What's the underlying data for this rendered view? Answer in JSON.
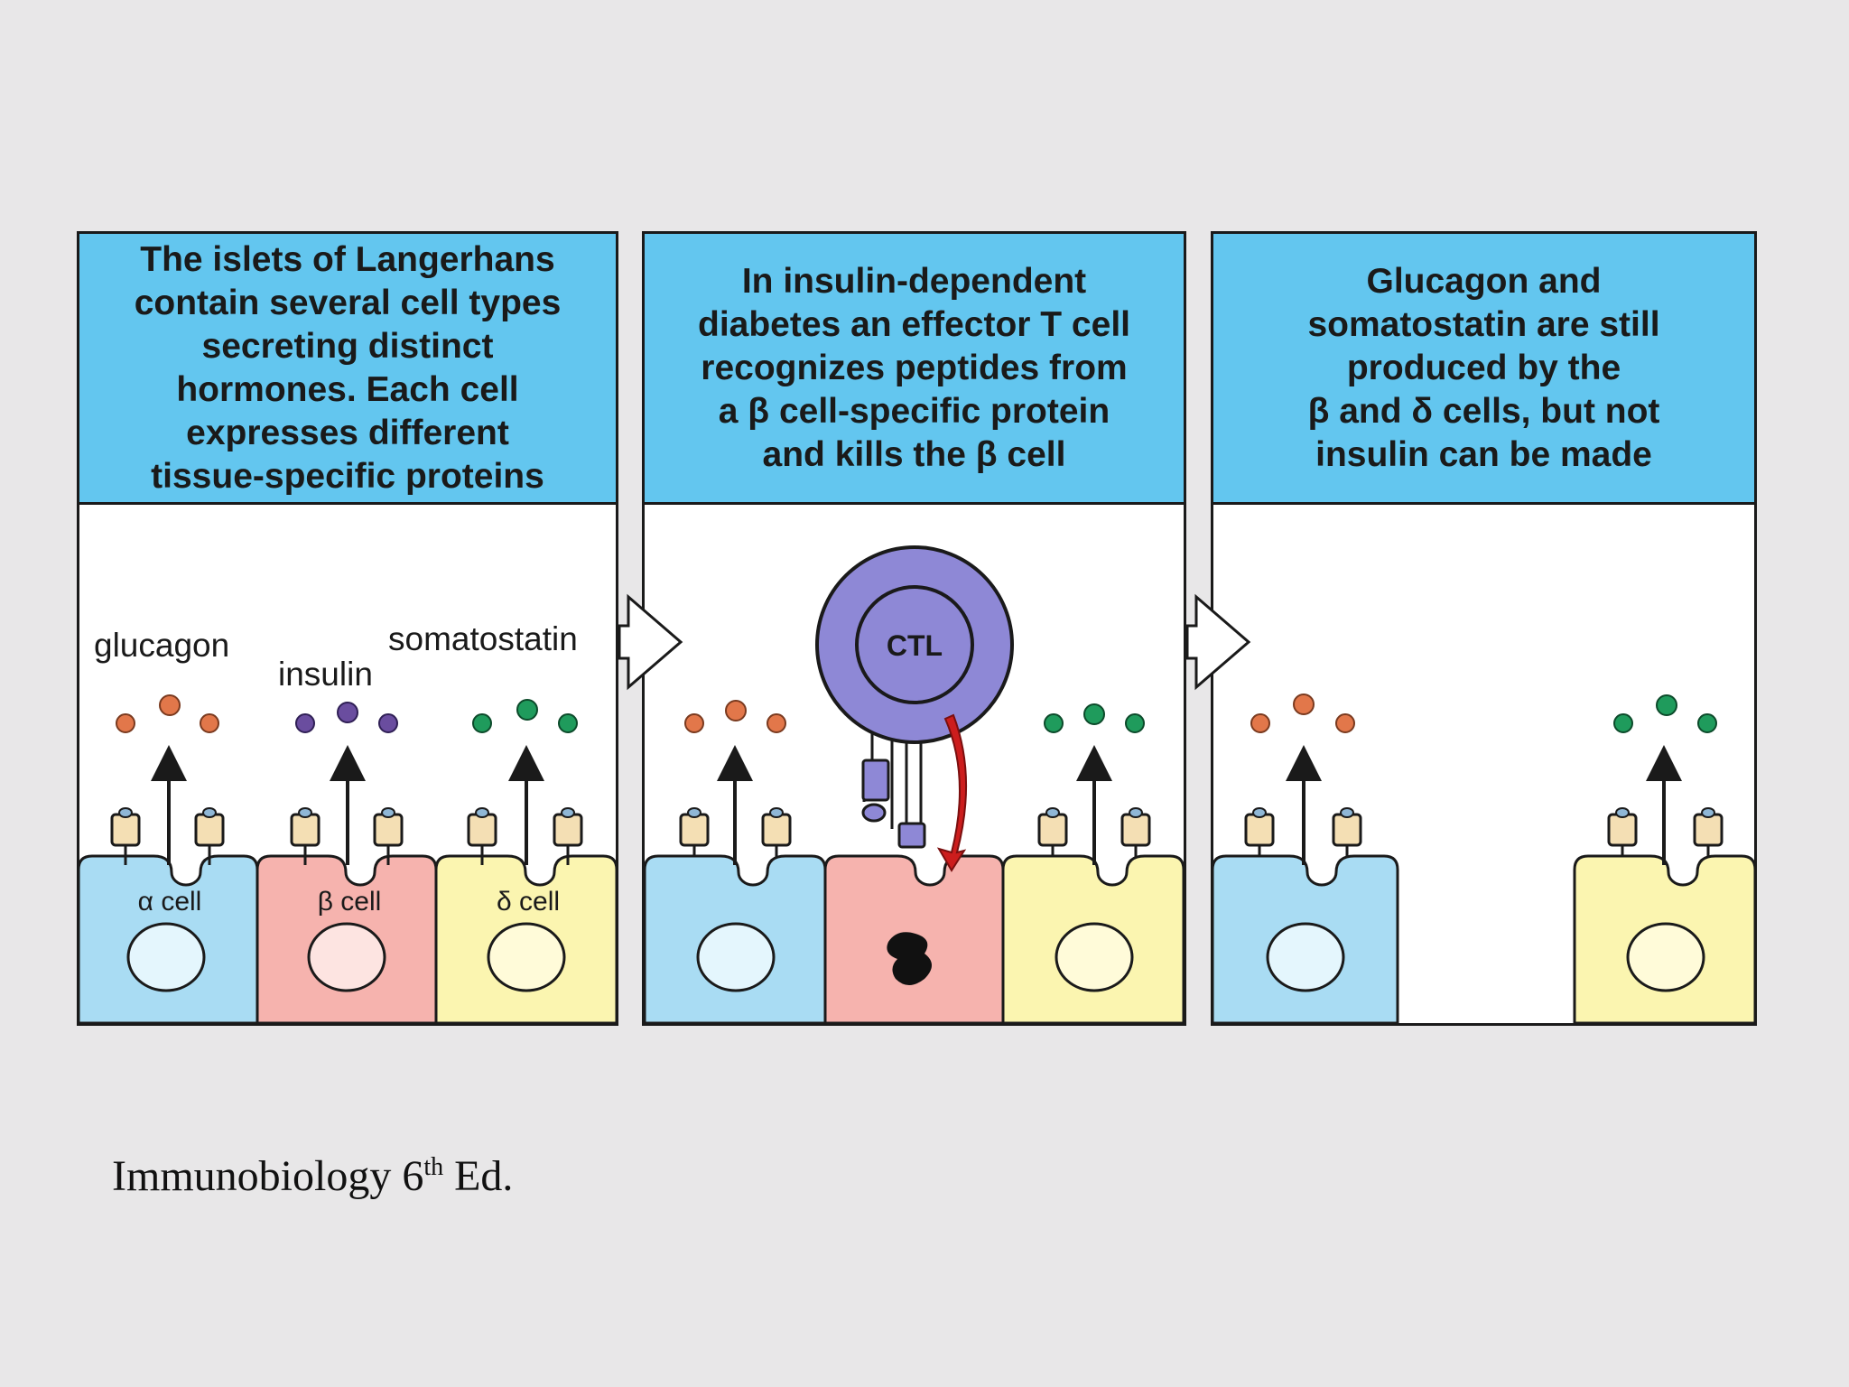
{
  "panels": [
    {
      "header": "The islets of Langerhans\ncontain several cell types\nsecreting distinct\nhormones. Each cell\nexpresses different\ntissue-specific proteins"
    },
    {
      "header": "In insulin-dependent\ndiabetes an effector T cell\nrecognizes peptides from\na β cell-specific protein\nand kills the β cell"
    },
    {
      "header": "Glucagon and\nsomatostatin are still\nproduced by the\nβ and δ cells, but not\ninsulin can be made"
    }
  ],
  "labels": {
    "glucagon": "glucagon",
    "insulin": "insulin",
    "somatostatin": "somatostatin",
    "alpha_cell": "α cell",
    "beta_cell": "β cell",
    "delta_cell": "δ cell",
    "ctl": "CTL"
  },
  "citation": {
    "main": "Immunobiology 6",
    "sup": "th",
    "suffix": " Ed."
  },
  "colors": {
    "header_bg": "#63c6ef",
    "alpha_cell": "#a9dcf3",
    "beta_cell": "#f6b3ae",
    "delta_cell": "#fbf5b0",
    "glucagon_dot": "#e2774a",
    "insulin_dot": "#6a4d9f",
    "somatostatin_dot": "#1f9b5c",
    "ctl": "#8e88d6",
    "kill_arrow": "#cc1d1d"
  }
}
